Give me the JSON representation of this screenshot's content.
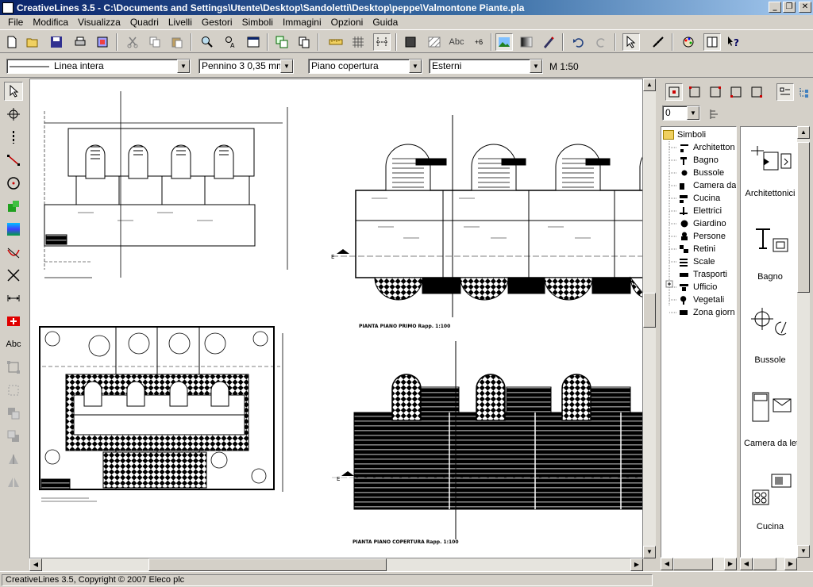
{
  "window": {
    "title": "CreativeLines 3.5  - C:\\Documents and Settings\\Utente\\Desktop\\Sandoletti\\Desktop\\peppe\\Valmontone Piante.pla",
    "minimize": "_",
    "maximize": "❐",
    "close": "✕"
  },
  "menu": [
    "File",
    "Modifica",
    "Visualizza",
    "Quadri",
    "Livelli",
    "Gestori",
    "Simboli",
    "Immagini",
    "Opzioni",
    "Guida"
  ],
  "properties": {
    "line_type": "Linea intera",
    "pen": "Pennino 3   0,35 mm",
    "layer": "Piano copertura",
    "group": "Esterni",
    "scale": "M 1:50"
  },
  "symbols": {
    "level_value": "0",
    "tree_root": "Simboli",
    "tree_items": [
      "Architetton",
      "Bagno",
      "Bussole",
      "Camera da",
      "Cucina",
      "Elettrici",
      "Giardino",
      "Persone",
      "Retini",
      "Scale",
      "Trasporti",
      "Ufficio",
      "Vegetali",
      "Zona giorn"
    ],
    "previews": [
      "Architettonici",
      "Bagno",
      "Bussole",
      "Camera da letto",
      "Cucina"
    ]
  },
  "drawing": {
    "caption_first": "PIANTA PIANO PRIMO Rapp. 1:100",
    "caption_roof": "PIANTA PIANO COPERTURA Rapp. 1:100",
    "marker_e": "E",
    "text_tool": "Abc",
    "dim_tool": "+6"
  },
  "status": {
    "text": "CreativeLines 3.5, Copyright © 2007 Eleco plc"
  },
  "colors": {
    "titlebar_start": "#0a246a",
    "titlebar_end": "#a6caf0",
    "chrome": "#d4d0c8",
    "canvas": "#ffffff"
  }
}
